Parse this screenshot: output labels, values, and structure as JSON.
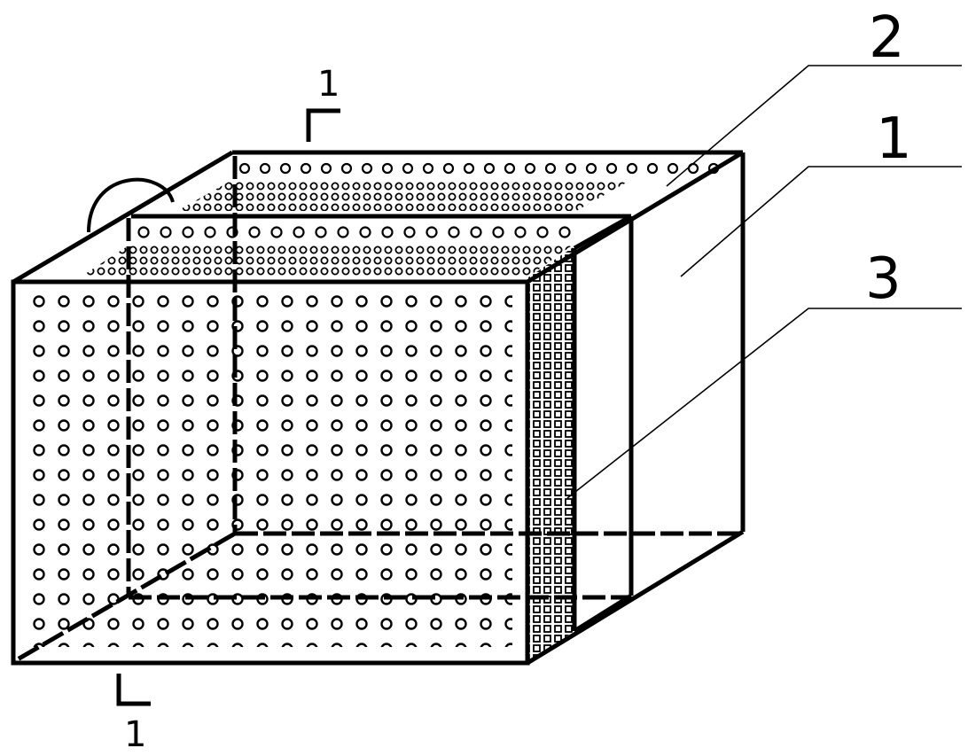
{
  "figure": {
    "part_labels": [
      "2",
      "1",
      "3"
    ],
    "section_marker_top": "1",
    "section_marker_bottom": "1"
  },
  "colors": {
    "line": "#000000",
    "background": "#ffffff"
  }
}
